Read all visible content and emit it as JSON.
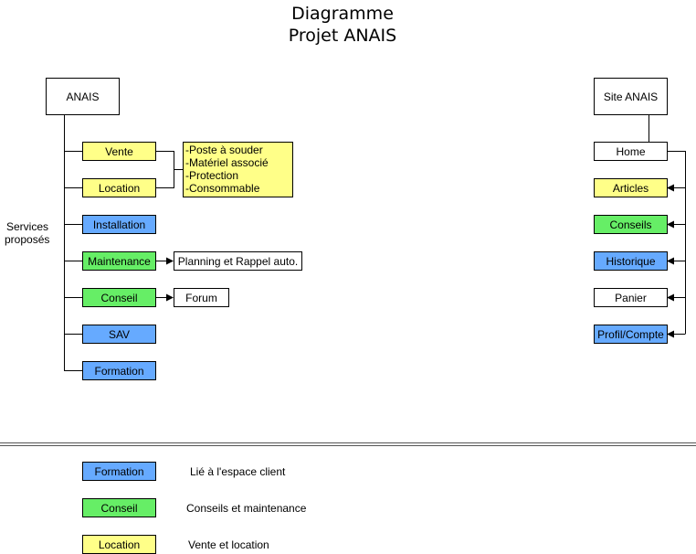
{
  "title": {
    "line1": "Diagramme",
    "line2": "Projet ANAIS"
  },
  "left_tree": {
    "root": "ANAIS",
    "side_label": {
      "line1": "Services",
      "line2": "proposés"
    },
    "nodes": {
      "vente": "Vente",
      "location": "Location",
      "installation": "Installation",
      "maintenance": "Maintenance",
      "conseil": "Conseil",
      "sav": "SAV",
      "formation": "Formation"
    },
    "details_box": [
      "-Poste à souder",
      "-Matériel associé",
      "-Protection",
      "-Consommable"
    ],
    "maintenance_target": "Planning et Rappel auto.",
    "conseil_target": "Forum"
  },
  "right_tree": {
    "root": "Site ANAIS",
    "nodes": {
      "home": "Home",
      "articles": "Articles",
      "conseils": "Conseils",
      "historique": "Historique",
      "panier": "Panier",
      "profil": "Profil/Compte"
    }
  },
  "legend": {
    "items": [
      {
        "swatch": "Formation",
        "desc": "Lié à l'espace client",
        "color": "#66aaff"
      },
      {
        "swatch": "Conseil",
        "desc": "Conseils et maintenance",
        "color": "#66ee66"
      },
      {
        "swatch": "Location",
        "desc": "Vente et location",
        "color": "#ffff88"
      }
    ]
  },
  "colors": {
    "yellow": "#ffff88",
    "green": "#66ee66",
    "blue": "#66aaff",
    "white": "#ffffff"
  }
}
